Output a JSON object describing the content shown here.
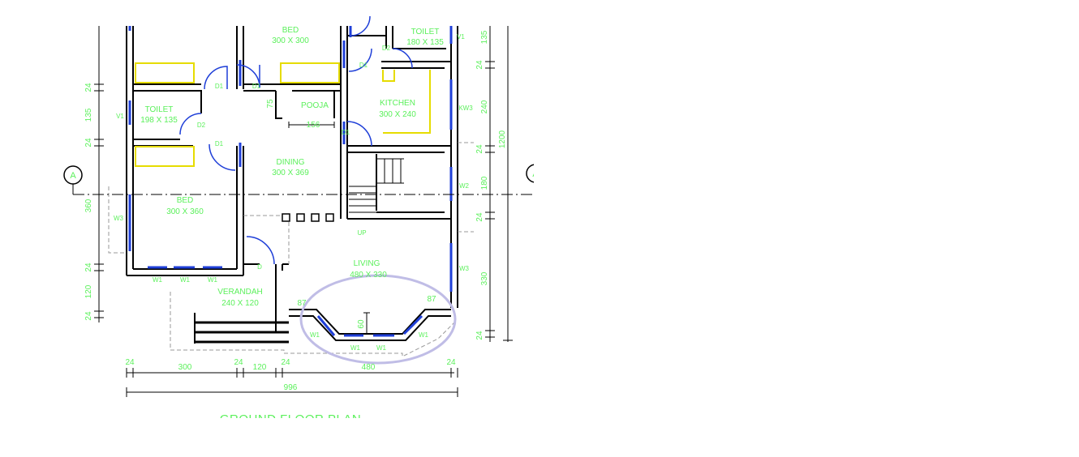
{
  "plan": {
    "title": "GROUND FLOOR PLAN",
    "grid_marker": "A",
    "rooms": {
      "bed_top": {
        "name": "BED",
        "size": "300 X 300"
      },
      "toilet_top": {
        "name": "TOILET",
        "size": "180 X 135"
      },
      "toilet_left": {
        "name": "TOILET",
        "size": "198 X 135"
      },
      "pooja": {
        "name": "POOJA"
      },
      "kitchen": {
        "name": "KITCHEN",
        "size": "300 X 240"
      },
      "dining": {
        "name": "DINING",
        "size": "300 X 369"
      },
      "bed_left": {
        "name": "BED",
        "size": "300 X 360"
      },
      "living": {
        "name": "LIVING",
        "size": "480 X 330"
      },
      "verandah": {
        "name": "VERANDAH",
        "size": "240 X 120"
      }
    },
    "tags": {
      "d1": "D1",
      "d2": "D2",
      "d": "D",
      "v1": "V1",
      "kw": "KW3",
      "w1": "W1",
      "w2": "W2",
      "w3": "W3",
      "up": "UP"
    },
    "dims": {
      "bottom_a": "24",
      "bottom_b": "300",
      "bottom_c": "24",
      "bottom_d": "120",
      "bottom_e": "24",
      "bottom_f": "480",
      "bottom_g": "24",
      "bottom_total": "996",
      "left_a": "24",
      "left_b": "135",
      "left_c": "24",
      "left_d": "360",
      "left_e": "24",
      "left_f": "120",
      "left_g": "24",
      "right_a": "135",
      "right_b": "24",
      "right_c": "240",
      "right_d": "24",
      "right_e": "180",
      "right_f": "24",
      "right_g": "330",
      "right_h": "24",
      "right_total": "1200",
      "pooja_w": "156",
      "pooja_h": "75",
      "bay_a": "87",
      "bay_b": "87",
      "bay_c": "60"
    }
  }
}
